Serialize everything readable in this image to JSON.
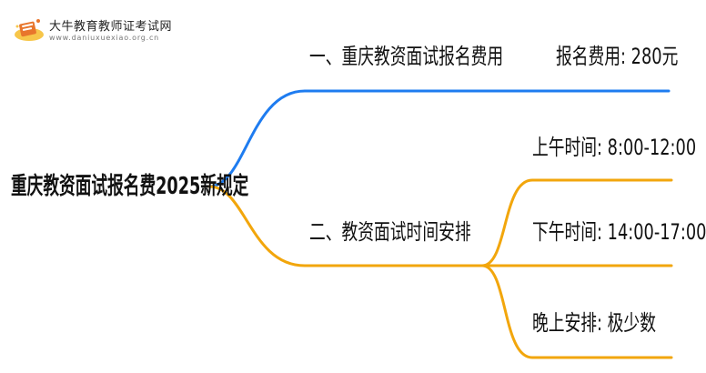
{
  "logo": {
    "name": "大牛教育教师证考试网",
    "url": "www.daniuxuexiao.org.cn"
  },
  "mindmap": {
    "root": "重庆教资面试报名费2025新规定",
    "branches": [
      {
        "label": "一、重庆教资面试报名费用",
        "color": "#1e7cf0",
        "leaves": [
          "报名费用: 280元"
        ]
      },
      {
        "label": "二、教资面试时间安排",
        "color": "#f2a60c",
        "leaves": [
          "上午时间: 8:00-12:00",
          "下午时间: 14:00-17:00",
          "晚上安排: 极少数"
        ]
      }
    ]
  }
}
